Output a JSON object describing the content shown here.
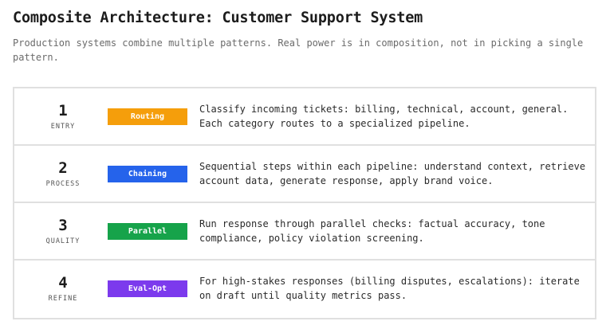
{
  "header": {
    "title": "Composite Architecture: Customer Support System",
    "subtitle": "Production systems combine multiple patterns. Real power is in composition, not in picking a single pattern."
  },
  "stages": [
    {
      "number": "1",
      "label": "ENTRY",
      "badge": "Routing",
      "badge_color": "#f59e0b",
      "description": "Classify incoming tickets: billing, technical, account, general. Each category routes to a specialized pipeline."
    },
    {
      "number": "2",
      "label": "PROCESS",
      "badge": "Chaining",
      "badge_color": "#2563eb",
      "description": "Sequential steps within each pipeline: understand context, retrieve account data, generate response, apply brand voice."
    },
    {
      "number": "3",
      "label": "QUALITY",
      "badge": "Parallel",
      "badge_color": "#16a34a",
      "description": "Run response through parallel checks: factual accuracy, tone compliance, policy violation screening."
    },
    {
      "number": "4",
      "label": "REFINE",
      "badge": "Eval-Opt",
      "badge_color": "#7c3aed",
      "description": "For high-stakes responses (billing disputes, escalations): iterate on draft until quality metrics pass."
    }
  ]
}
